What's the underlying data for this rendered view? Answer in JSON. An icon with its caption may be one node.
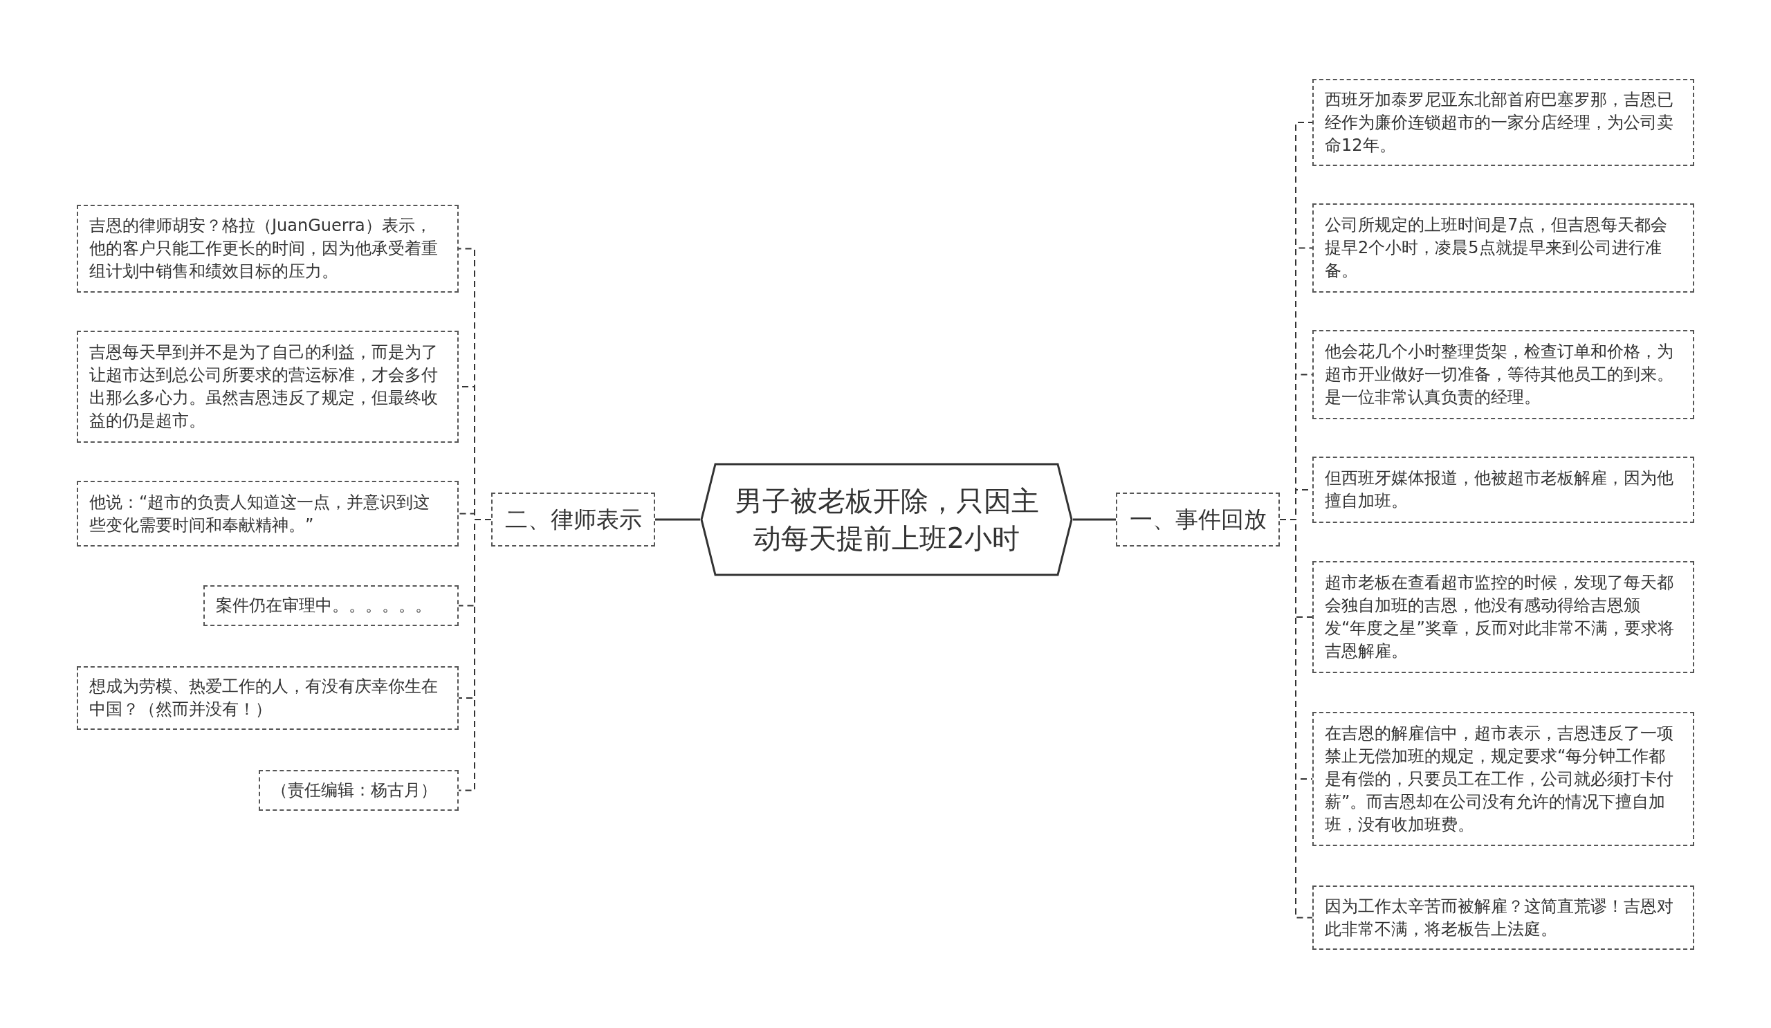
{
  "diagram": {
    "nodes": [
      {
        "text": [
          "男子被老板开除，只因主动每天提前上班2小时"
        ]
      },
      {
        "text": [
          "一、事件回放"
        ]
      },
      {
        "text": [
          "西班牙加泰罗尼亚东北部首府巴塞罗那，吉恩已经作为廉价连锁超市的一家分店经理，为公司卖命12年。"
        ]
      },
      {
        "text": [
          "公司所规定的上班时间是7点，但吉恩每天都会提早2个小时，凌晨5点就提早来到公司进行准备。"
        ]
      },
      {
        "text": [
          "他会花几个小时整理货架，检查订单和价格，为超市开业做好一切准备，等待其他员工的到来。是一位非常认真负责的经理。"
        ]
      },
      {
        "text": [
          "但西班牙媒体报道，他被超市老板解雇，因为他擅自加班。"
        ]
      },
      {
        "text": [
          "超市老板在查看超市监控的时候，发现了每天都会独自加班的吉恩，他没有感动得给吉恩颁发“年度之星”奖章，反而对此非常不满，要求将吉恩解雇。"
        ]
      },
      {
        "text": [
          "在吉恩的解雇信中，超市表示，吉恩违反了一项禁止无偿加班的规定，规定要求“每分钟工作都是有偿的，只要员工在工作，公司就必须打卡付薪”。而吉恩却在公司没有允许的情况下擅自加班，没有收加班费。"
        ]
      },
      {
        "text": [
          "因为工作太辛苦而被解雇？这简直荒谬！吉恩对此非常不满，将老板告上法庭。"
        ]
      },
      {
        "text": [
          "二、律师表示"
        ]
      },
      {
        "text": [
          "吉恩的律师胡安？格拉（JuanGuerra）表示，他的客户只能工作更长的时间，因为他承受着重组计划中销售和绩效目标的压力。"
        ]
      },
      {
        "text": [
          "吉恩每天早到并不是为了自己的利益，而是为了让超市达到总公司所要求的营运标准，才会多付出那么多心力。虽然吉恩违反了规定，但最终收益的仍是超市。"
        ]
      },
      {
        "text": [
          "他说：“超市的负责人知道这一点，并意识到这些变化需要时间和奉献精神。”"
        ]
      },
      {
        "text": [
          "案件仍在审理中。。。。。。"
        ]
      },
      {
        "text": [
          "想成为劳模、热爱工作的人，有没有庆幸你生在中国？（然而并没有！）"
        ]
      },
      {
        "text": [
          "（责任编辑：杨古月）"
        ]
      }
    ],
    "edges": [
      {
        "from": 0,
        "to": 1,
        "arrow": "none"
      },
      {
        "from": 1,
        "to": 2,
        "arrow": "none",
        "style": "dashed"
      },
      {
        "from": 1,
        "to": 3,
        "arrow": "none",
        "style": "dashed"
      },
      {
        "from": 1,
        "to": 4,
        "arrow": "none",
        "style": "dashed"
      },
      {
        "from": 1,
        "to": 5,
        "arrow": "none",
        "style": "dashed"
      },
      {
        "from": 1,
        "to": 6,
        "arrow": "none",
        "style": "dashed"
      },
      {
        "from": 1,
        "to": 7,
        "arrow": "none",
        "style": "dashed"
      },
      {
        "from": 1,
        "to": 8,
        "arrow": "none",
        "style": "dashed"
      },
      {
        "from": 0,
        "to": 9,
        "arrow": "none"
      },
      {
        "from": 9,
        "to": 10,
        "arrow": "none",
        "style": "dashed"
      },
      {
        "from": 9,
        "to": 11,
        "arrow": "none",
        "style": "dashed"
      },
      {
        "from": 9,
        "to": 12,
        "arrow": "none",
        "style": "dashed"
      },
      {
        "from": 9,
        "to": 13,
        "arrow": "none",
        "style": "dashed"
      },
      {
        "from": 9,
        "to": 14,
        "arrow": "none",
        "style": "dashed"
      },
      {
        "from": 9,
        "to": 15,
        "arrow": "none",
        "style": "dashed"
      }
    ]
  }
}
